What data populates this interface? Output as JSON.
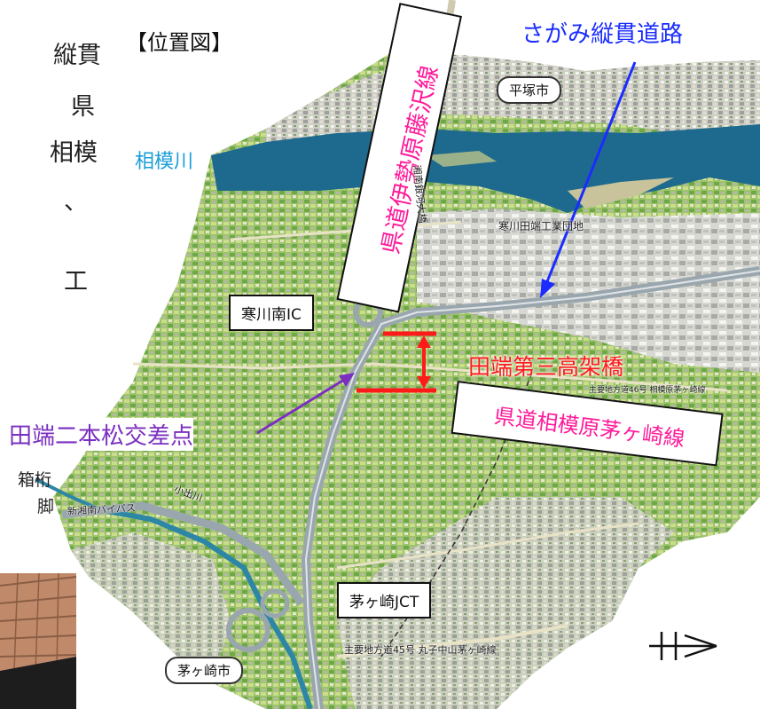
{
  "title": "【位置図】",
  "colors": {
    "river": "#1e6a8e",
    "highway": "#9aa6ae",
    "accent_red": "#ff1a1a",
    "accent_blue": "#1a2cff",
    "accent_purple": "#7b2fbf",
    "accent_pink": "#ff1a9a",
    "river_label": "#1a9ed8"
  },
  "labels": {
    "sagami_juukan": "さがみ縦貫道路",
    "sagamigawa": "相模川",
    "isehara_fujisawa": "県道伊勢原藤沢線",
    "hiratsuka": "平塚市",
    "shonan_bridge": "湘南銀河大橋",
    "industrial": "寒川田端工業団地",
    "samukawa_ic": "寒川南IC",
    "viaduct": "田端第三高架橋",
    "intersection": "田端二本松交差点",
    "sagamihara_chigasaki": "県道相模原茅ヶ崎線",
    "route46": "主要地方道46号 相模原茅ヶ崎線",
    "koidegawa": "小出川",
    "shinshonan": "新湘南バイパス",
    "chigasaki_jct": "茅ヶ崎JCT",
    "route45": "主要地方道45号 丸子中山茅ヶ崎線",
    "chigasaki": "茅ヶ崎市"
  },
  "left_text": [
    "縦貫",
    "県",
    "相模",
    "、",
    "",
    "工",
    "箱桁",
    "脚"
  ],
  "icons": [
    "north-arrow-icon"
  ]
}
